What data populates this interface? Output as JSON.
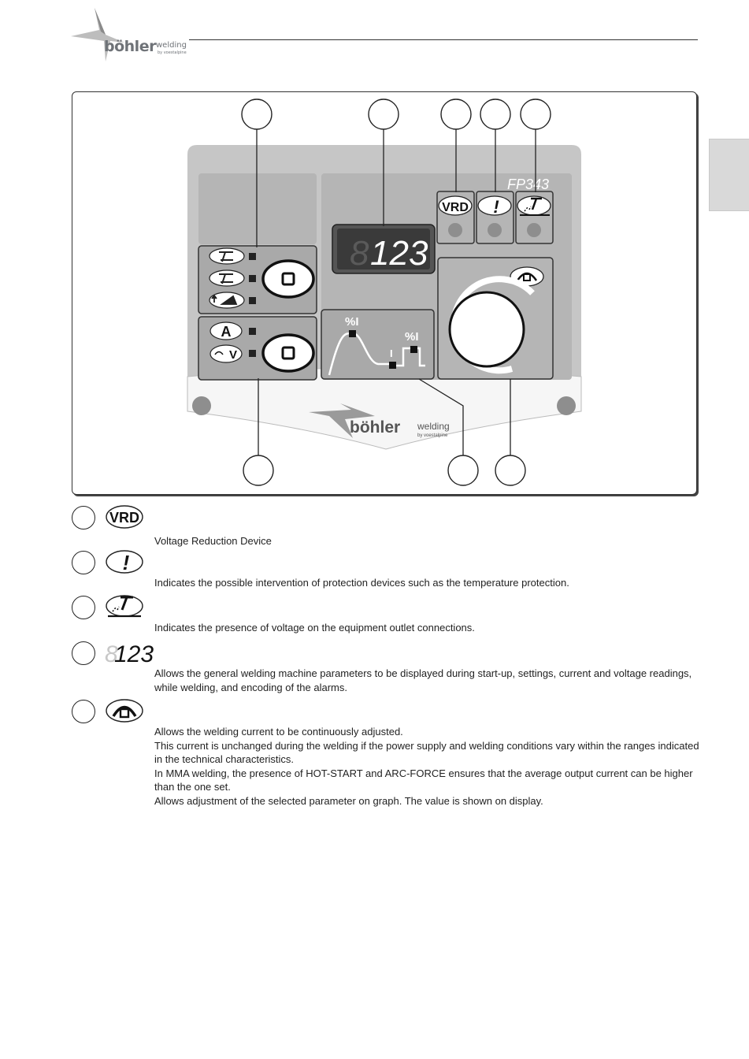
{
  "header": {
    "brand_name": "böhler",
    "brand_word": "welding",
    "brand_tagline": "by voestalpine"
  },
  "panel": {
    "model": "FP343",
    "display_value": "123",
    "vrd_label": "VRD",
    "warning_label": "!",
    "current_icon_label": "A",
    "voltage_icon_label": "V",
    "graph_label_left": "%I",
    "graph_label_right": "%I",
    "graph_label_mid": "I",
    "brand_name": "böhler",
    "brand_word": "welding",
    "brand_tagline": "by voestalpine"
  },
  "items": [
    {
      "icon": "vrd-icon",
      "icon_text": "VRD",
      "text": [
        "Voltage Reduction Device"
      ]
    },
    {
      "icon": "alarm-icon",
      "icon_text": "!",
      "text": [
        "Indicates the possible intervention of protection devices such as the temperature protection."
      ]
    },
    {
      "icon": "output-voltage-icon",
      "icon_text": "",
      "text": [
        "Indicates the presence of voltage on the equipment outlet connections."
      ]
    },
    {
      "icon": "display-icon",
      "icon_text": "123",
      "text": [
        "Allows the general welding machine parameters to be displayed during start-up, settings, current and voltage readings, while welding, and encoding of the alarms."
      ]
    },
    {
      "icon": "encoder-knob-icon",
      "icon_text": "",
      "text": [
        "Allows the welding current to be continuously adjusted.",
        "This current is unchanged during the welding if the power supply and welding conditions vary within the ranges indicated in the technical characteristics.",
        "In MMA welding, the presence of HOT-START and ARC-FORCE ensures that the average output current can be higher than the one set.",
        "Allows adjustment of the selected parameter on graph. The value is shown on display."
      ]
    }
  ],
  "colors": {
    "panel_grey": "#c6c6c6",
    "panel_section": "#adadad",
    "display_bg": "#3a3a3a",
    "digit_white": "#ffffff",
    "frame_dark": "#333333"
  }
}
